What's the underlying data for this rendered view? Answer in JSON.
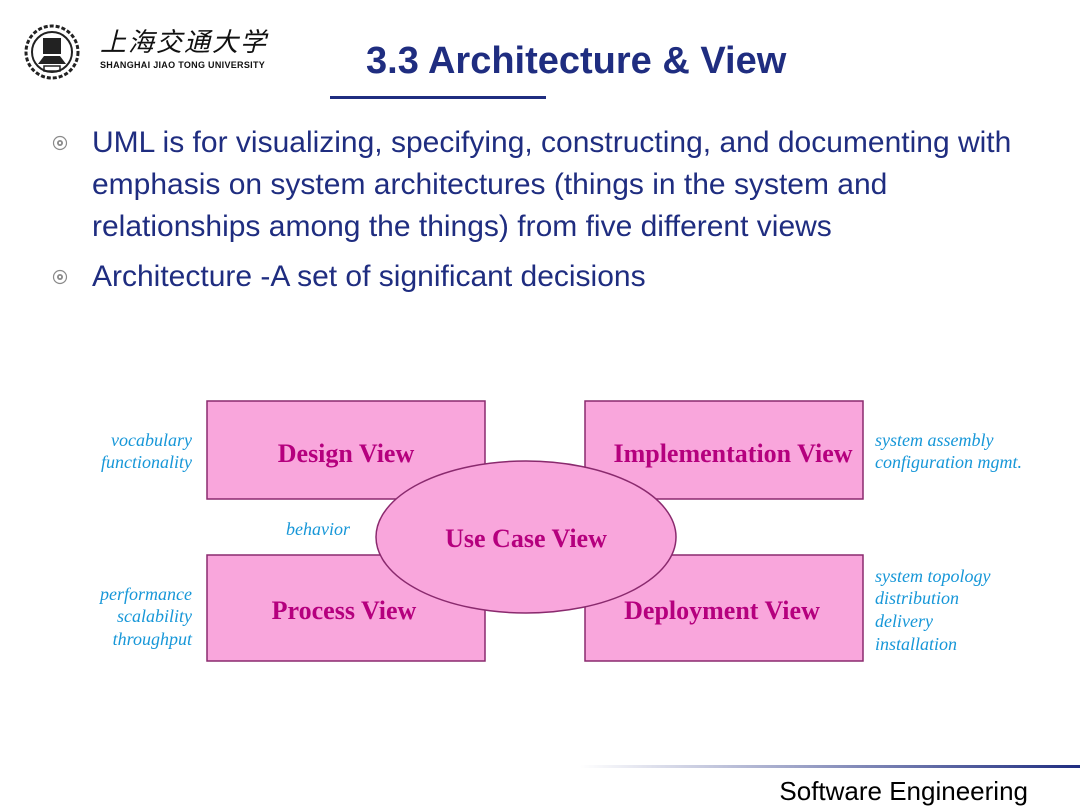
{
  "header": {
    "university_cn": "上海交通大学",
    "university_en": "SHANGHAI JIAO TONG UNIVERSITY",
    "title": "3.3 Architecture & View"
  },
  "bullets": [
    "UML is for visualizing, specifying, constructing, and documenting with emphasis on system architectures (things in the system and relationships among the things)  from five different views",
    "Architecture -A set of significant decisions"
  ],
  "diagram": {
    "views": {
      "design": "Design View",
      "implementation": "Implementation View",
      "process": "Process View",
      "deployment": "Deployment View",
      "use_case": "Use Case View"
    },
    "annotations": {
      "design": [
        "vocabulary",
        "functionality"
      ],
      "behavior": "behavior",
      "process": [
        "performance",
        "scalability",
        "throughput"
      ],
      "implementation": [
        "system assembly",
        "configuration mgmt."
      ],
      "deployment": [
        "system topology",
        "distribution",
        "delivery",
        "installation"
      ]
    },
    "colors": {
      "box_fill": "#f9a6dc",
      "box_stroke": "#8a2a6e",
      "label_text": "#b5007e",
      "annotation_text": "#1797d8"
    }
  },
  "footer": "Software Engineering"
}
